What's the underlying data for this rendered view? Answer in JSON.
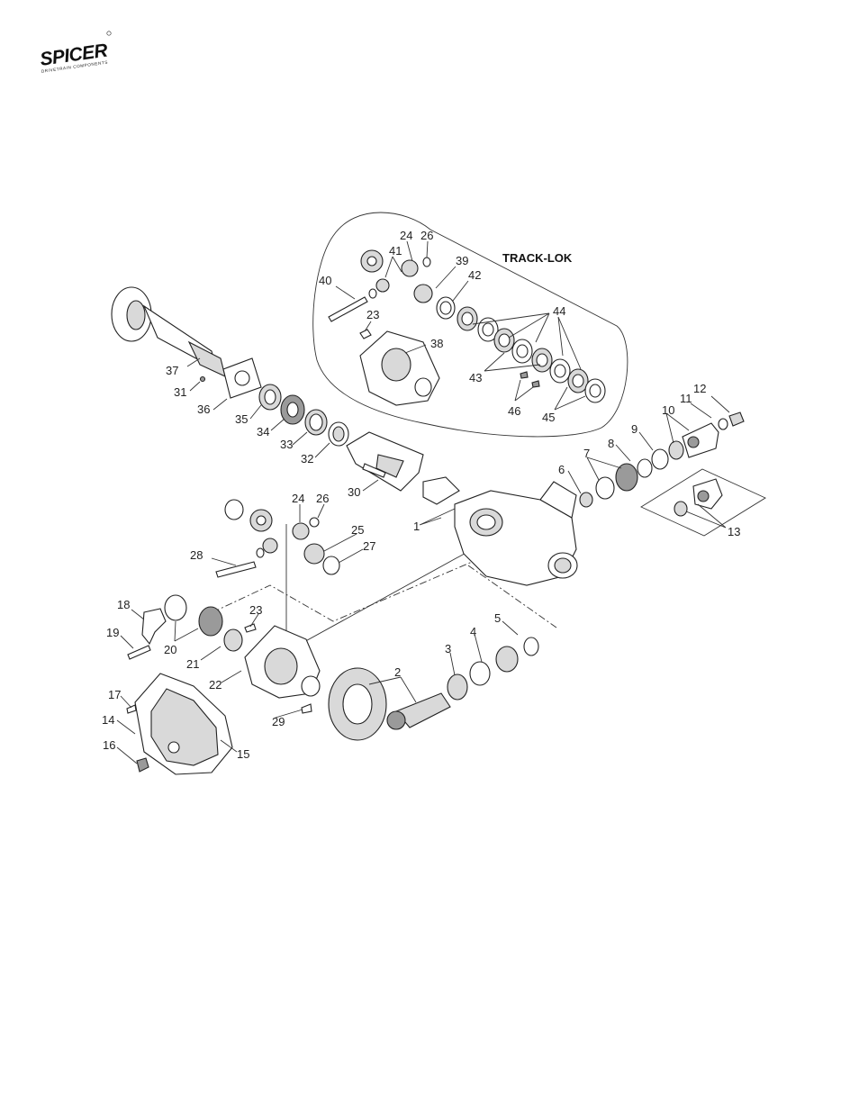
{
  "logo": {
    "brand": "SPICER",
    "tagline": "DRIVETRAIN COMPONENTS"
  },
  "inset": {
    "title": "TRACK-LOK"
  },
  "callouts": {
    "p1": "1",
    "p2": "2",
    "p3": "3",
    "p4": "4",
    "p5": "5",
    "p6": "6",
    "p7": "7",
    "p8": "8",
    "p9": "9",
    "p10": "10",
    "p11": "11",
    "p12": "12",
    "p13": "13",
    "p14": "14",
    "p15": "15",
    "p16": "16",
    "p17": "17",
    "p18": "18",
    "p19": "19",
    "p20": "20",
    "p21": "21",
    "p22": "22",
    "p23a": "23",
    "p23b": "23",
    "p24a": "24",
    "p24b": "24",
    "p25": "25",
    "p26a": "26",
    "p26b": "26",
    "p27": "27",
    "p28": "28",
    "p29": "29",
    "p30": "30",
    "p31": "31",
    "p32": "32",
    "p33": "33",
    "p34": "34",
    "p35": "35",
    "p36": "36",
    "p37": "37",
    "p38": "38",
    "p39": "39",
    "p40": "40",
    "p41": "41",
    "p42": "42",
    "p43": "43",
    "p44": "44",
    "p45": "45",
    "p46": "46"
  }
}
